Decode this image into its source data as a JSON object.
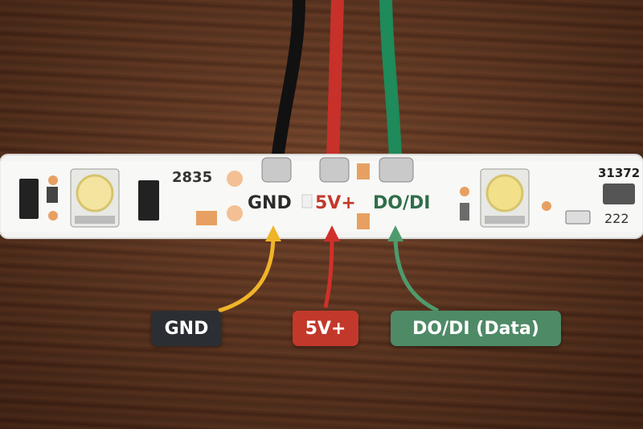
{
  "strip": {
    "chip_code": "2835",
    "pad_gnd": "GND",
    "pad_5v": "5V+",
    "pad_data": "DO/DI",
    "edge_code_top": "31372",
    "edge_code_bottom": "222"
  },
  "callouts": {
    "gnd": "GND",
    "v5": "5V+",
    "data": "DO/DI (Data)"
  },
  "colors": {
    "gnd": "#2b2f33",
    "v5": "#c2392b",
    "data": "#4e8a66",
    "arrow_gnd": "#f0b429",
    "arrow_v5": "#d1302a",
    "arrow_data": "#4f9a6c"
  }
}
